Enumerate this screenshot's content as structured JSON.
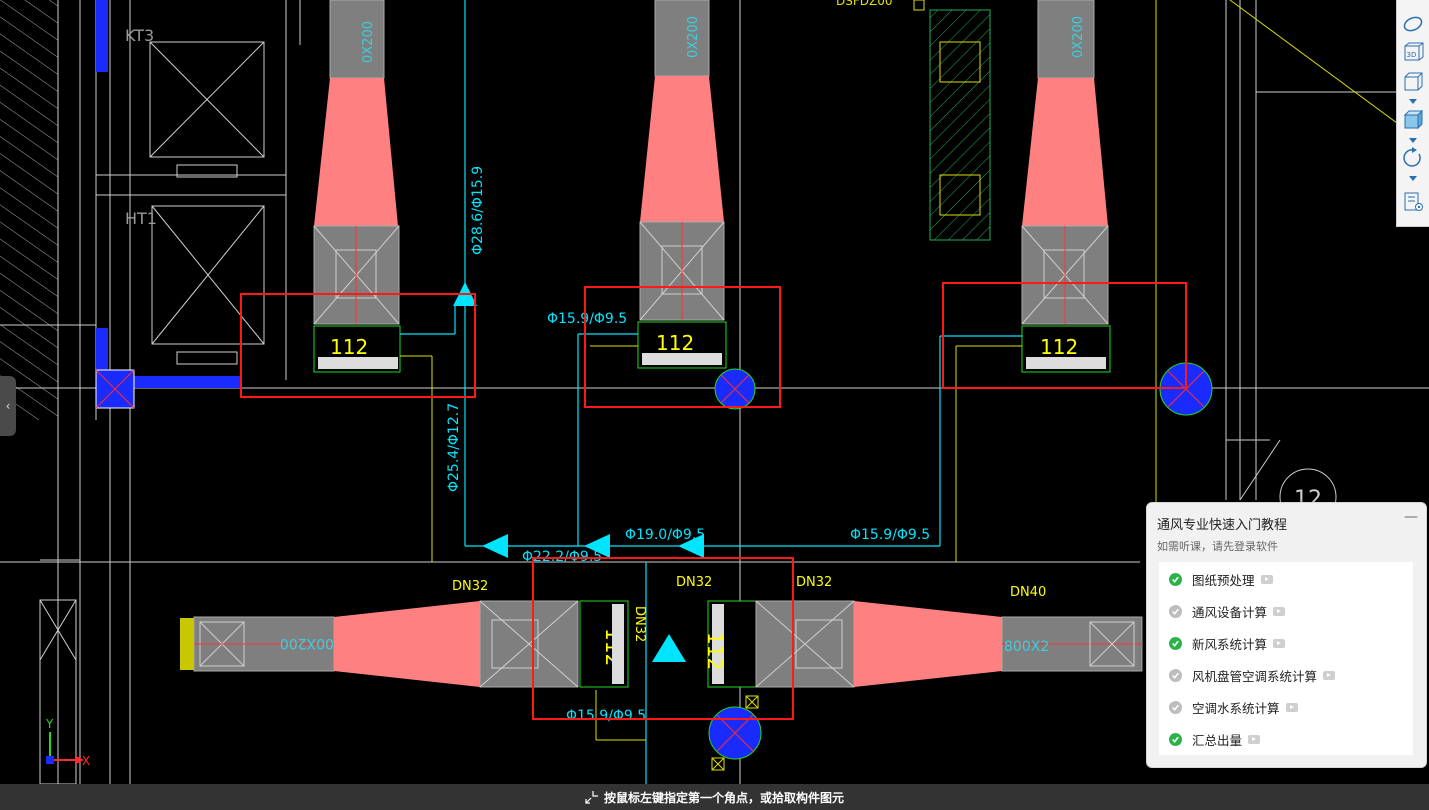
{
  "cad": {
    "room_labels": [
      "KT3",
      "HT1"
    ],
    "duct_size_labels": [
      "0X200",
      "0X200",
      "0X200",
      "00X200",
      "800X2"
    ],
    "unit_model": "112",
    "pipe_labels": [
      "Φ28.6/Φ15.9",
      "Φ25.4/Φ12.7",
      "Φ15.9/Φ9.5",
      "Φ19.0/Φ9.5",
      "Φ15.9/Φ9.5",
      "Φ22.2/Φ9.5",
      "Φ15.9/Φ9.5"
    ],
    "dn_labels": [
      "DN32",
      "DN32",
      "DN32",
      "DN40",
      "DN32"
    ],
    "grid_bubble": "12",
    "top_fragment": "DSFDZ00",
    "axis_x": "X",
    "axis_y": "Y"
  },
  "toolbar": {
    "icons": [
      "orbit-icon",
      "3d-view-icon",
      "cube-view-icon",
      "solid-cube-icon",
      "rotate-icon",
      "layer-display-icon"
    ],
    "view_3d_label": "3D"
  },
  "tutorial": {
    "title": "通风专业快速入门教程",
    "subtitle": "如需听课，请先登录软件",
    "minimize": "—",
    "lessons": [
      {
        "label": "图纸预处理",
        "done": true
      },
      {
        "label": "通风设备计算",
        "done": false
      },
      {
        "label": "新风系统计算",
        "done": true
      },
      {
        "label": "风机盘管空调系统计算",
        "done": false
      },
      {
        "label": "空调水系统计算",
        "done": false
      },
      {
        "label": "汇总出量",
        "done": true
      }
    ]
  },
  "status": {
    "prompt": "按鼠标左键指定第一个角点，或拾取构件图元"
  },
  "colors": {
    "background": "#000000",
    "duct_fill": "#ff8080",
    "unit_fill": "#7f7f7f",
    "selection": "#ff1a1a",
    "pipe": "#00ffff",
    "label": "#ffff00",
    "done": "#2db24a",
    "pending": "#bdbdbd"
  }
}
